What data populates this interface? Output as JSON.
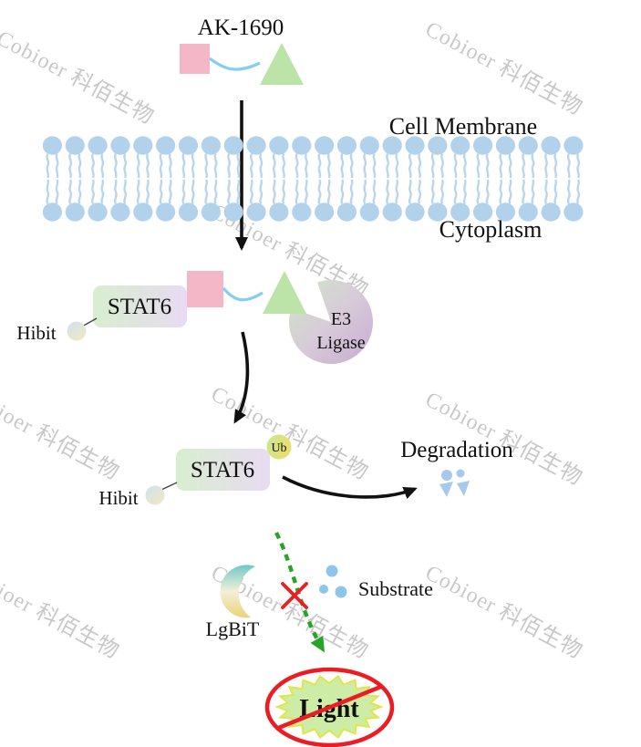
{
  "watermark": {
    "text": "Cobioer 科佰生物"
  },
  "labels": {
    "compound": "AK-1690",
    "cell_membrane": "Cell Membrane",
    "cytoplasm": "Cytoplasm",
    "stat6": "STAT6",
    "hibit": "Hibit",
    "e3_line1": "E3",
    "e3_line2": "Ligase",
    "ub": "Ub",
    "degradation": "Degradation",
    "lgbit": "LgBiT",
    "substrate": "Substrate",
    "light": "Light"
  },
  "colors": {
    "membrane_blue": "#b2d1eb",
    "ligand_pink": "#f3b7c7",
    "binder_green": "#bce3a8",
    "linker_blue": "#85cdf2",
    "arrow_black": "#111111",
    "blocked_arrow_green": "#28a428",
    "prohibit_red": "#ec1c24",
    "light_text_green": "#2f9e44",
    "substrate_blue": "#90c5ea"
  }
}
